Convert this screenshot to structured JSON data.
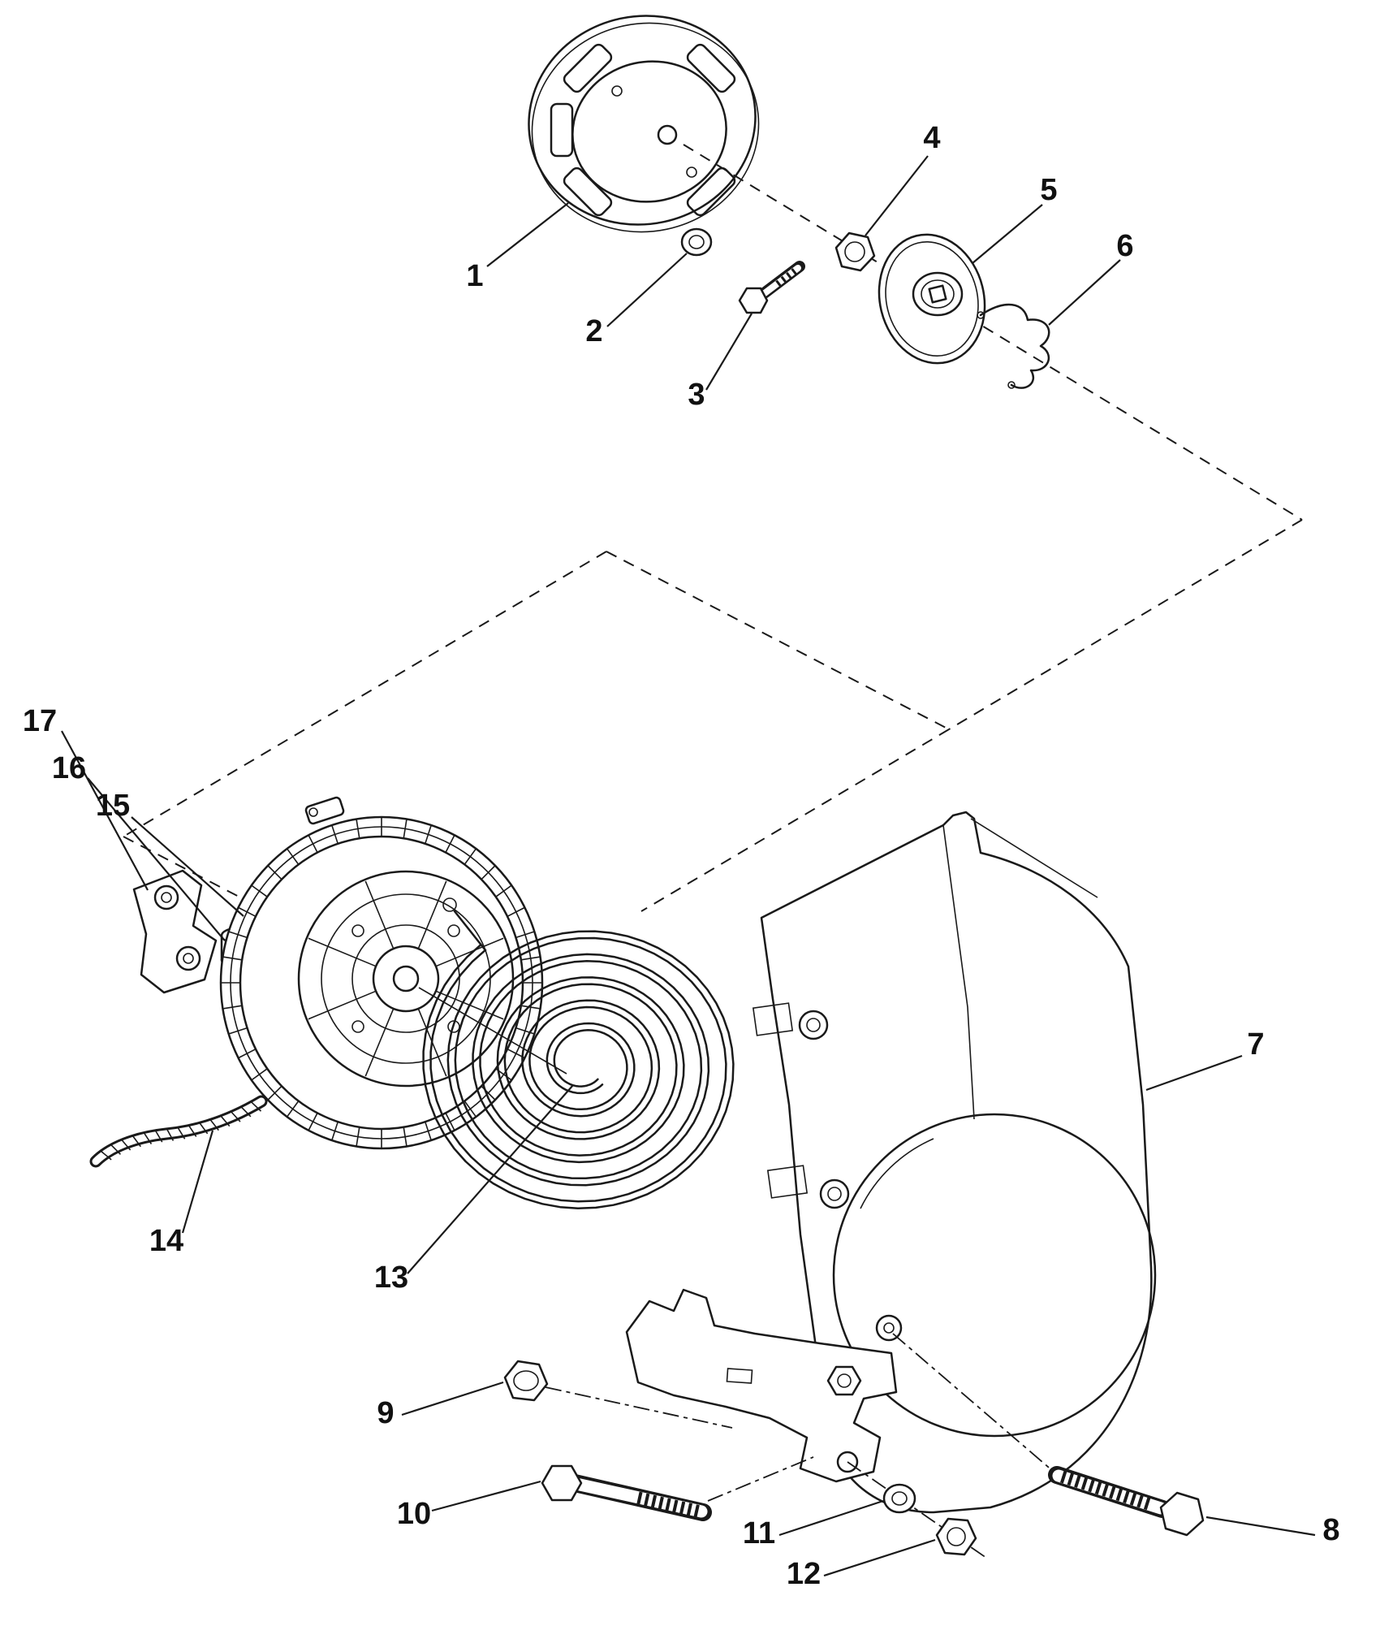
{
  "diagram": {
    "background_color": "#ffffff",
    "line_color": "#1a1a1a"
  },
  "callouts": [
    {
      "label": "1"
    },
    {
      "label": "2"
    },
    {
      "label": "3"
    },
    {
      "label": "4"
    },
    {
      "label": "5"
    },
    {
      "label": "6"
    },
    {
      "label": "7"
    },
    {
      "label": "8"
    },
    {
      "label": "9"
    },
    {
      "label": "10"
    },
    {
      "label": "11"
    },
    {
      "label": "12"
    },
    {
      "label": "13"
    },
    {
      "label": "14"
    },
    {
      "label": "15"
    },
    {
      "label": "16"
    },
    {
      "label": "17"
    }
  ]
}
